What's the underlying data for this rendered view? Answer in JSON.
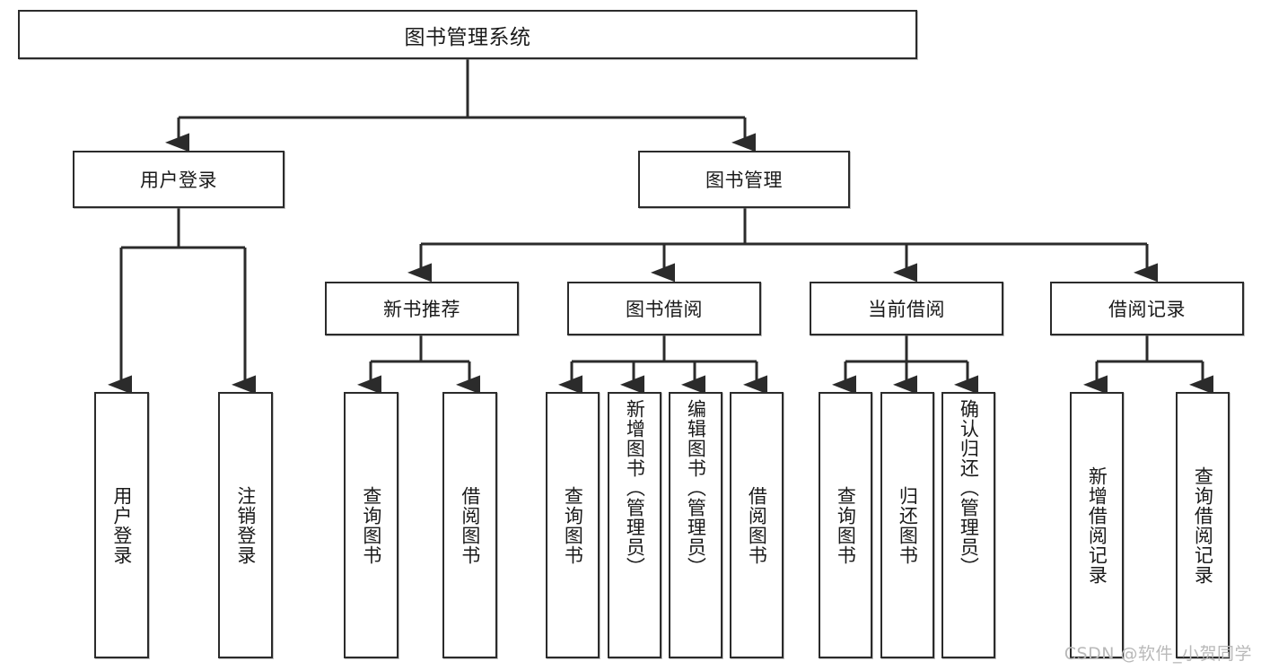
{
  "diagram": {
    "title": "图书管理系统",
    "type": "tree",
    "watermark": "CSDN @软件_小贺同学",
    "stroke_color": "#2b2b2b",
    "text_color": "#1a1a1a",
    "background_color": "#ffffff",
    "watermark_color": "#b9b9b9"
  },
  "nodes": {
    "root": {
      "label": "图书管理系统"
    },
    "level2": [
      {
        "id": "user-login",
        "label": "用户登录"
      },
      {
        "id": "book-management",
        "label": "图书管理"
      }
    ],
    "level3": [
      {
        "id": "new-book-recommend",
        "label": "新书推荐"
      },
      {
        "id": "book-borrow",
        "label": "图书借阅"
      },
      {
        "id": "current-borrow",
        "label": "当前借阅"
      },
      {
        "id": "borrow-record",
        "label": "借阅记录"
      }
    ],
    "leaves": {
      "user-login": [
        {
          "id": "leaf-user-login",
          "label": "用户登录"
        },
        {
          "id": "leaf-logout-login",
          "label": "注销登录"
        }
      ],
      "new-book-recommend": [
        {
          "id": "leaf-query-book-1",
          "label": "查询图书"
        },
        {
          "id": "leaf-borrow-book-1",
          "label": "借阅图书"
        }
      ],
      "book-borrow": [
        {
          "id": "leaf-query-book-2",
          "label": "查询图书"
        },
        {
          "id": "leaf-add-book",
          "label": "新增图书（管理员）"
        },
        {
          "id": "leaf-edit-book",
          "label": "编辑图书（管理员）"
        },
        {
          "id": "leaf-borrow-book-2",
          "label": "借阅图书"
        }
      ],
      "current-borrow": [
        {
          "id": "leaf-query-book-3",
          "label": "查询图书"
        },
        {
          "id": "leaf-return-book",
          "label": "归还图书"
        },
        {
          "id": "leaf-confirm-return",
          "label": "确认归还（管理员）"
        }
      ],
      "borrow-record": [
        {
          "id": "leaf-add-record",
          "label": "新增借阅记录"
        },
        {
          "id": "leaf-query-record",
          "label": "查询借阅记录"
        }
      ]
    }
  }
}
